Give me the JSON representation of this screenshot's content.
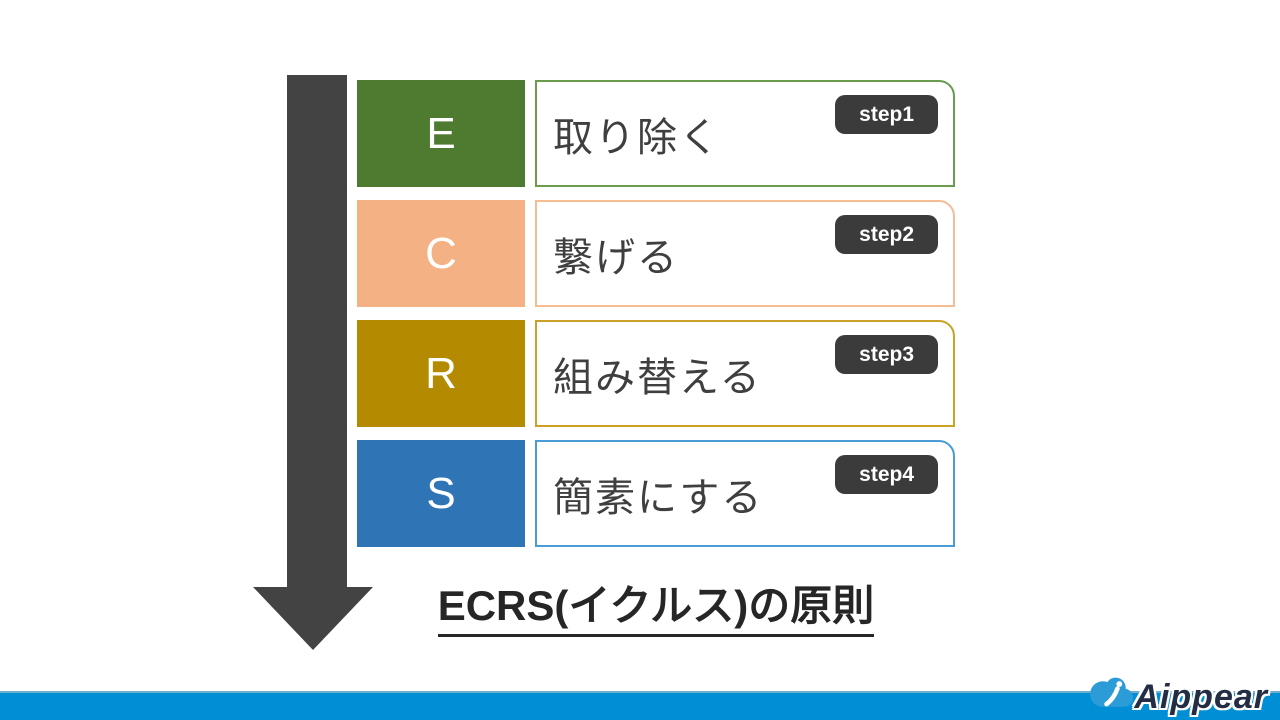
{
  "title": {
    "text": "ECRS(イクルス)の原則"
  },
  "rows": [
    {
      "letter": "E",
      "label": "取り除く",
      "step": "step1",
      "fill": "#4e7b30",
      "border": "#6a9b4f"
    },
    {
      "letter": "C",
      "label": "繋げる",
      "step": "step2",
      "fill": "#f4b183",
      "border": "#f6bc93"
    },
    {
      "letter": "R",
      "label": "組み替える",
      "step": "step3",
      "fill": "#b48b00",
      "border": "#c9a227"
    },
    {
      "letter": "S",
      "label": "簡素にする",
      "step": "step4",
      "fill": "#2f75b5",
      "border": "#4a9cd6"
    }
  ],
  "badge": {
    "bg": "#3b3b3b",
    "text_color": "#ffffff"
  },
  "arrow": {
    "name": "down-arrow",
    "color": "#434343"
  },
  "footer": {
    "bar_color": "#008fd5",
    "logo_text": "Aippear",
    "logo_text_color": "#232d44",
    "cloud_color": "#2b9cd8"
  }
}
